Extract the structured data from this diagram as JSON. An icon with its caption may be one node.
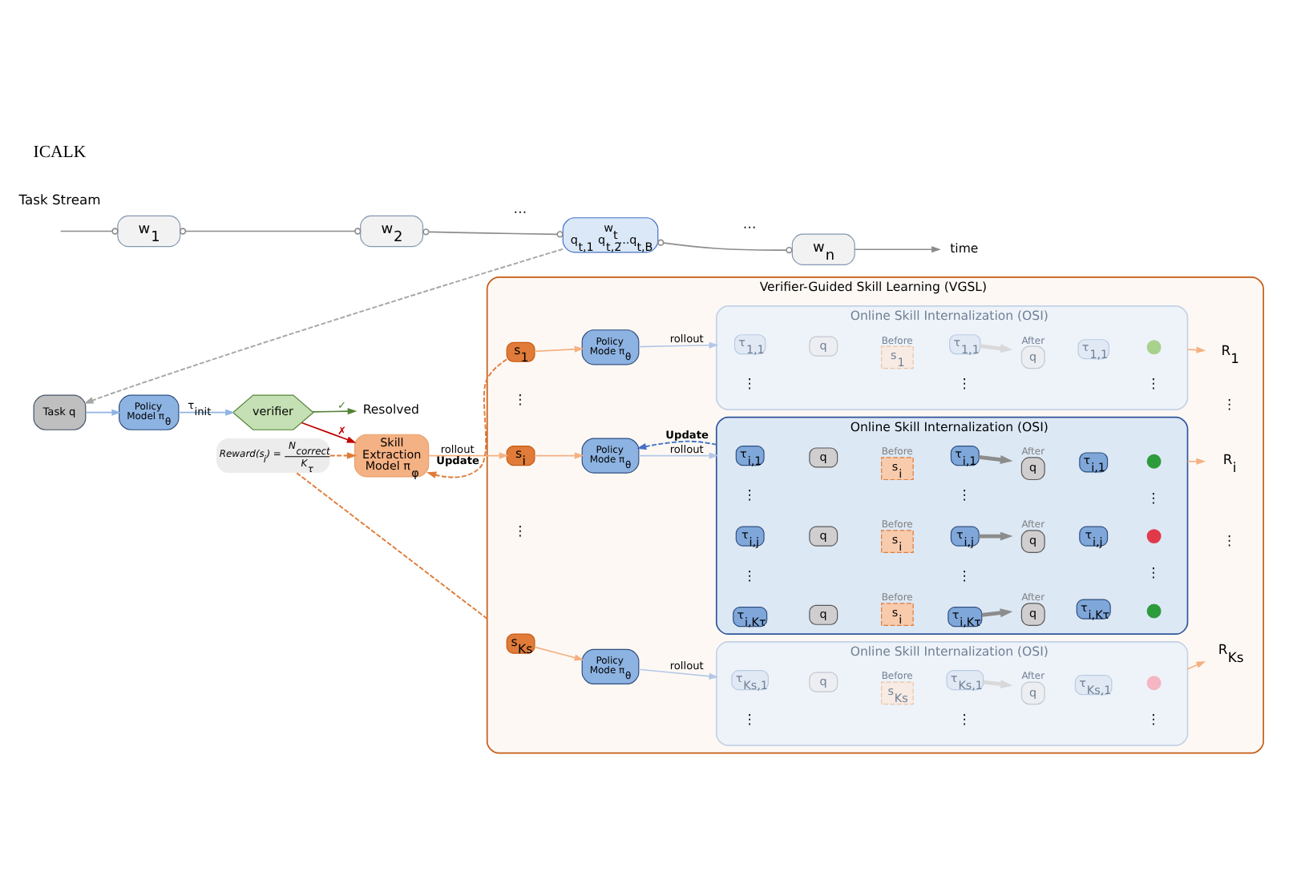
{
  "diagram": {
    "nodes": [
      {
        "text": [
          "w$_{1}$"
        ]
      },
      {
        "text": [
          "w$_{2}$"
        ]
      },
      {
        "text": [
          "w$_{t}$",
          "q$_{t,1}$ q$_{t,2}$...q$_{t,B}$"
        ]
      },
      {
        "text": [
          "w$_{n}$"
        ]
      },
      {
        "text": [
          "time"
        ]
      },
      {
        "text": [
          "Task q"
        ]
      },
      {
        "text": [
          "Policy Model π$_{θ}$"
        ]
      },
      {
        "text": [
          "verifier"
        ]
      },
      {
        "text": [
          "Resolved"
        ]
      },
      {
        "text": [
          "Skill Extraction Model π$_{φ}$"
        ]
      },
      {
        "text": [
          "Reward(s$_{i}$) =",
          "N$_{correct}$",
          "K$_{τ}$"
        ]
      },
      {
        "text": [
          "Verifier-Guided Skill Learning (VGSL)"
        ]
      },
      {
        "text": [
          "s$_{1}$"
        ],
        "in": 11
      },
      {
        "text": [
          "Policy Mode π$_{θ}$"
        ],
        "in": 11
      },
      {
        "text": [
          "Online Skill Internalization (OSI)"
        ],
        "in": 11
      },
      {
        "text": [
          "τ$_{1,1}$"
        ],
        "in": 14
      },
      {
        "text": [
          "q"
        ],
        "in": 14
      },
      {
        "text": [
          "s$_{1}$"
        ],
        "beside": [
          "Before"
        ],
        "in": 14
      },
      {
        "text": [
          "τ$_{1,1}$"
        ],
        "in": 14
      },
      {
        "text": [
          "q"
        ],
        "beside": [
          "After"
        ],
        "in": 14
      },
      {
        "text": [
          "τ$_{1,1}$"
        ],
        "in": 14
      },
      {
        "text": [],
        "shape": "circle",
        "in": 14
      },
      {
        "text": [
          "R$_{1}$"
        ],
        "in": 11
      },
      {
        "text": [
          "s$_{i}$"
        ],
        "in": 11
      },
      {
        "text": [
          "Policy Mode π$_{θ}$"
        ],
        "in": 11
      },
      {
        "text": [
          "Online Skill Internalization (OSI)"
        ],
        "in": 11
      },
      {
        "text": [
          "τ$_{i,1}$"
        ],
        "in": 25
      },
      {
        "text": [
          "q"
        ],
        "in": 25
      },
      {
        "text": [
          "s$_{i}$"
        ],
        "beside": [
          "Before"
        ],
        "in": 25
      },
      {
        "text": [
          "τ$_{i,1}$"
        ],
        "in": 25
      },
      {
        "text": [
          "q"
        ],
        "beside": [
          "After"
        ],
        "in": 25
      },
      {
        "text": [
          "τ$_{i,1}$"
        ],
        "in": 25
      },
      {
        "text": [],
        "shape": "circle",
        "in": 25
      },
      {
        "text": [
          "τ$_{i,j}$"
        ],
        "in": 25
      },
      {
        "text": [
          "q"
        ],
        "in": 25
      },
      {
        "text": [
          "s$_{i}$"
        ],
        "beside": [
          "Before"
        ],
        "in": 25
      },
      {
        "text": [
          "τ$_{i,j}$"
        ],
        "in": 25
      },
      {
        "text": [
          "q"
        ],
        "beside": [
          "After"
        ],
        "in": 25
      },
      {
        "text": [
          "τ$_{i,j}$"
        ],
        "in": 25
      },
      {
        "text": [],
        "shape": "circle",
        "in": 25
      },
      {
        "text": [
          "τ$_{i,Kτ}$"
        ],
        "in": 25
      },
      {
        "text": [
          "q"
        ],
        "in": 25
      },
      {
        "text": [
          "s$_{i}$"
        ],
        "beside": [
          "Before"
        ],
        "in": 25
      },
      {
        "text": [
          "τ$_{i,Kτ}$"
        ],
        "in": 25
      },
      {
        "text": [
          "q"
        ],
        "beside": [
          "After"
        ],
        "in": 25
      },
      {
        "text": [
          "τ$_{i,Kτ}$"
        ],
        "in": 25
      },
      {
        "text": [],
        "shape": "circle",
        "in": 25
      },
      {
        "text": [
          "R$_{i}$"
        ],
        "in": 11
      },
      {
        "text": [
          "s$_{Ks}$"
        ],
        "in": 11
      },
      {
        "text": [
          "Policy Mode π$_{θ}$"
        ],
        "in": 11
      },
      {
        "text": [
          "Online Skill Internalization (OSI)"
        ],
        "in": 11
      },
      {
        "text": [
          "τ$_{Ks,1}$"
        ],
        "in": 50
      },
      {
        "text": [
          "q"
        ],
        "in": 50
      },
      {
        "text": [
          "s$_{Ks}$"
        ],
        "beside": [
          "Before"
        ],
        "in": 50
      },
      {
        "text": [
          "τ$_{Ks,1}$"
        ],
        "in": 50
      },
      {
        "text": [
          "q"
        ],
        "beside": [
          "After"
        ],
        "in": 50
      },
      {
        "text": [
          "τ$_{Ks,1}$"
        ],
        "in": 50
      },
      {
        "text": [],
        "shape": "circle",
        "in": 50
      },
      {
        "text": [
          "R$_{Ks}$"
        ],
        "in": 11
      }
    ],
    "edges": [
      {
        "from": null,
        "to": 0,
        "arrow": "other",
        "color": "#8c8c8c"
      },
      {
        "from": 0,
        "to": 1,
        "arrow": "other",
        "color": "#8c8c8c"
      },
      {
        "from": 1,
        "to": 2,
        "arrow": "other",
        "color": "#8c8c8c"
      },
      {
        "from": 2,
        "to": 3,
        "arrow": "other",
        "color": "#8c8c8c"
      },
      {
        "from": 3,
        "to": 4,
        "arrow": "to",
        "color": "#8c8c8c"
      },
      {
        "from": 2,
        "to": 5,
        "arrow": "to",
        "style": "dashed",
        "color": "#a6a6a6"
      },
      {
        "from": 5,
        "to": 6,
        "arrow": "to",
        "color": "#8fb4e3"
      },
      {
        "from": 6,
        "to": 7,
        "arrow": "to",
        "label": "τ$_{init}$",
        "color": "#8fb4e3"
      },
      {
        "from": 7,
        "to": 8,
        "arrow": "to",
        "label": "✓",
        "color": "#548235"
      },
      {
        "from": 7,
        "to": 9,
        "arrow": "to",
        "label": "✗",
        "color": "#c00000"
      },
      {
        "from": 12,
        "to": 9,
        "arrow": "to",
        "label": "Update",
        "style": "dashed",
        "color": "#e07b39"
      },
      {
        "from": 11,
        "to": 10,
        "arrow": "none",
        "style": "dashed",
        "color": "#e07b39"
      },
      {
        "from": 10,
        "to": 9,
        "arrow": "to",
        "style": "dashed",
        "color": "#e07b39"
      },
      {
        "from": 9,
        "to": 23,
        "arrow": "to",
        "label": "rollout",
        "color": "#f4b183"
      },
      {
        "from": 12,
        "to": 13,
        "arrow": "to",
        "color": "#f4b183"
      },
      {
        "from": 13,
        "to": 14,
        "arrow": "to",
        "label": "rollout",
        "color": "#b4c7e7"
      },
      {
        "from": 14,
        "to": 22,
        "arrow": "to",
        "color": "#f4b183"
      },
      {
        "from": 23,
        "to": 24,
        "arrow": "to",
        "color": "#f4b183"
      },
      {
        "from": 24,
        "to": 25,
        "arrow": "to",
        "label": "rollout",
        "color": "#b4c7e7"
      },
      {
        "from": 25,
        "to": 47,
        "arrow": "to",
        "color": "#f4b183"
      },
      {
        "from": 25,
        "to": 24,
        "arrow": "to",
        "label": "Update",
        "style": "dashed",
        "color": "#4472c4"
      },
      {
        "from": 48,
        "to": 49,
        "arrow": "to",
        "color": "#f4b183"
      },
      {
        "from": 49,
        "to": 50,
        "arrow": "to",
        "label": "rollout",
        "color": "#b4c7e7"
      },
      {
        "from": 50,
        "to": 58,
        "arrow": "to",
        "color": "#f4b183"
      },
      {
        "from": 18,
        "to": 19,
        "arrow": "to",
        "style": "thick",
        "color": "#d9d9d9"
      },
      {
        "from": 29,
        "to": 30,
        "arrow": "to",
        "style": "thick",
        "color": "#8c8c8c"
      },
      {
        "from": 36,
        "to": 37,
        "arrow": "to",
        "style": "thick",
        "color": "#8c8c8c"
      },
      {
        "from": 43,
        "to": 44,
        "arrow": "to",
        "style": "thick",
        "color": "#8c8c8c"
      },
      {
        "from": 54,
        "to": 55,
        "arrow": "to",
        "style": "thick",
        "color": "#d9d9d9"
      }
    ],
    "labels": [
      "ICALK",
      "Task Stream",
      "⋯",
      "⋯",
      "⋮",
      "⋮",
      "⋮",
      "⋮",
      "⋮",
      "⋮",
      "⋮",
      "⋮",
      "⋮",
      "⋮",
      "⋮",
      "⋮",
      "⋮",
      "⋮",
      "⋮",
      "⋮"
    ]
  }
}
